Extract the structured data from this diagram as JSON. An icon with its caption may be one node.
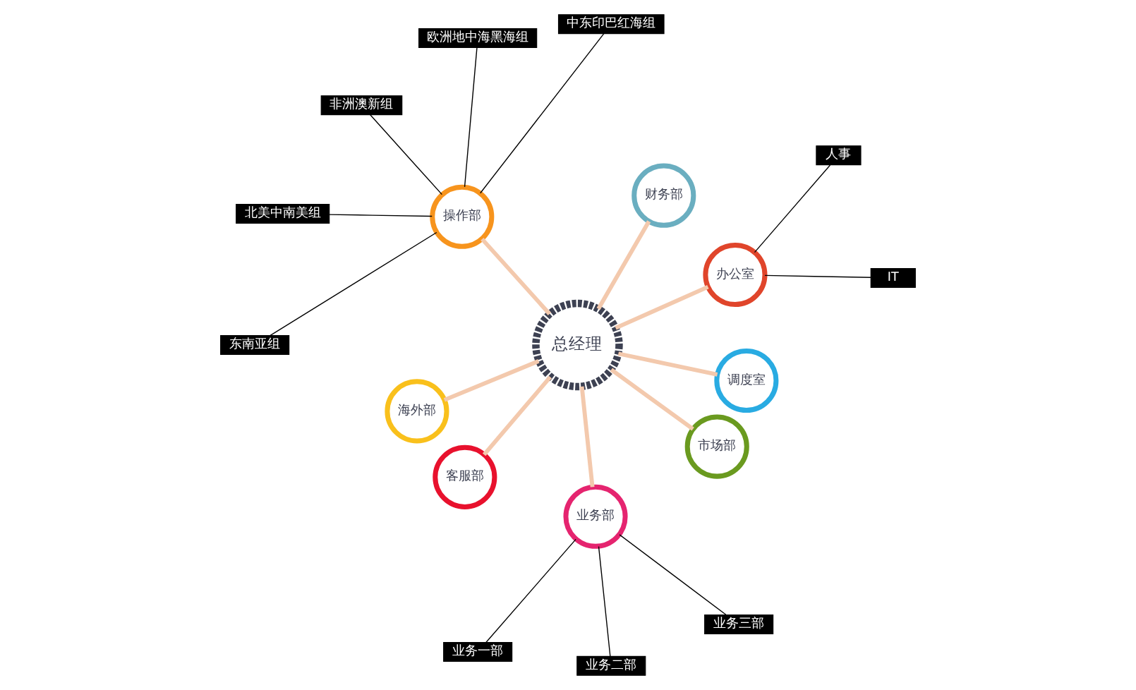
{
  "diagram": {
    "nodes": [
      {
        "text": [
          "总经理"
        ]
      },
      {
        "text": [
          "办公室"
        ]
      },
      {
        "text": [
          "财务部"
        ]
      },
      {
        "text": [
          "操作部"
        ]
      },
      {
        "text": [
          "海外部"
        ]
      },
      {
        "text": [
          "客服部"
        ]
      },
      {
        "text": [
          "业务部"
        ]
      },
      {
        "text": [
          "市场部"
        ]
      },
      {
        "text": [
          "调度室"
        ]
      },
      {
        "text": [
          "IT"
        ]
      },
      {
        "text": [
          "人事"
        ]
      },
      {
        "text": [
          "中东印巴红海组"
        ]
      },
      {
        "text": [
          "欧洲地中海黑海组"
        ]
      },
      {
        "text": [
          "非洲澳新组"
        ]
      },
      {
        "text": [
          "北美中南美组"
        ]
      },
      {
        "text": [
          "东南亚组"
        ]
      },
      {
        "text": [
          "业务一部"
        ]
      },
      {
        "text": [
          "业务二部"
        ]
      },
      {
        "text": [
          "业务三部"
        ]
      }
    ],
    "edges": [
      {
        "from": 0,
        "to": 1,
        "arrow": "none",
        "style": "thick",
        "color": "#f3c9ad"
      },
      {
        "from": 0,
        "to": 2,
        "arrow": "none",
        "style": "thick",
        "color": "#f3c9ad"
      },
      {
        "from": 0,
        "to": 3,
        "arrow": "none",
        "style": "thick",
        "color": "#f3c9ad"
      },
      {
        "from": 0,
        "to": 4,
        "arrow": "none",
        "style": "thick",
        "color": "#f3c9ad"
      },
      {
        "from": 0,
        "to": 5,
        "arrow": "none",
        "style": "thick",
        "color": "#f3c9ad"
      },
      {
        "from": 0,
        "to": 6,
        "arrow": "none",
        "style": "thick",
        "color": "#f3c9ad"
      },
      {
        "from": 0,
        "to": 7,
        "arrow": "none",
        "style": "thick",
        "color": "#f3c9ad"
      },
      {
        "from": 0,
        "to": 8,
        "arrow": "none",
        "style": "thick",
        "color": "#f3c9ad"
      },
      {
        "from": 1,
        "to": 9,
        "arrow": "none"
      },
      {
        "from": 1,
        "to": 10,
        "arrow": "none"
      },
      {
        "from": 3,
        "to": 11,
        "arrow": "none"
      },
      {
        "from": 3,
        "to": 12,
        "arrow": "none"
      },
      {
        "from": 3,
        "to": 13,
        "arrow": "none"
      },
      {
        "from": 3,
        "to": 14,
        "arrow": "none"
      },
      {
        "from": 3,
        "to": 15,
        "arrow": "none"
      },
      {
        "from": 6,
        "to": 16,
        "arrow": "none"
      },
      {
        "from": 6,
        "to": 17,
        "arrow": "none"
      },
      {
        "from": 6,
        "to": 18,
        "arrow": "none"
      }
    ]
  }
}
